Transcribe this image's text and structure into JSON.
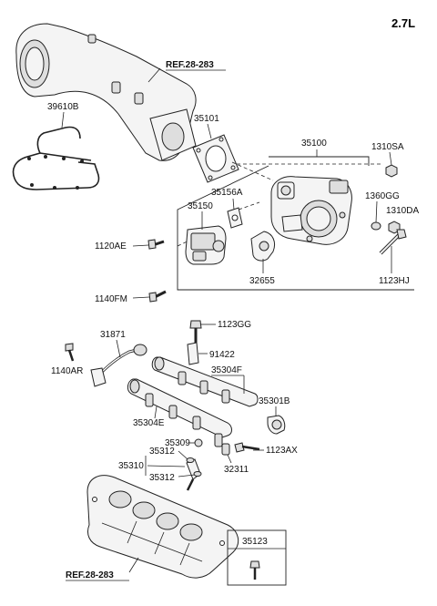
{
  "engine_label": "2.7L",
  "refs": {
    "top": "REF.28-283",
    "bottom": "REF.28-283"
  },
  "parts": {
    "p39610B": "39610B",
    "p35101": "35101",
    "p35100": "35100",
    "p1310SA": "1310SA",
    "p35156A": "35156A",
    "p35150": "35150",
    "p1360GG": "1360GG",
    "p1310DA": "1310DA",
    "p1120AE": "1120AE",
    "p32655": "32655",
    "p1123HJ": "1123HJ",
    "p1140FM": "1140FM",
    "p1123GG": "1123GG",
    "p31871": "31871",
    "p91422": "91422",
    "p1140AR": "1140AR",
    "p35304F": "35304F",
    "p35301B": "35301B",
    "p35304E": "35304E",
    "p35309": "35309",
    "p35312a": "35312",
    "p1123AX": "1123AX",
    "p35310": "35310",
    "p32311": "32311",
    "p35312b": "35312",
    "p35123": "35123"
  }
}
